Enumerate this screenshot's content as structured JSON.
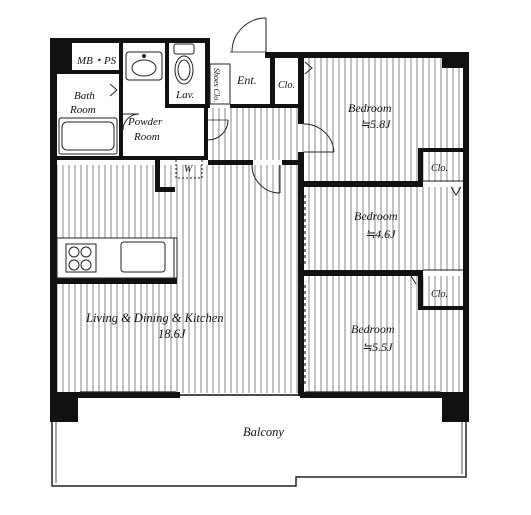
{
  "rooms": {
    "mbps": "MB・PS",
    "bath_line1": "Bath",
    "bath_line2": "Room",
    "powder_line1": "Powder",
    "powder_line2": "Room",
    "lav": "Lav.",
    "shoes_clo": "Shoes Clo.",
    "entrance": "Ent.",
    "clo_entrance": "Clo.",
    "bedroom1_name": "Bedroom",
    "bedroom1_size": "≒5.8J",
    "clo_bed1": "Clo.",
    "bedroom2_name": "Bedroom",
    "bedroom2_size": "≒4.6J",
    "clo_bed3": "Clo.",
    "bedroom3_name": "Bedroom",
    "bedroom3_size": "≒5.5J",
    "washer": "W",
    "ldk_name": "Living & Dining & Kitchen",
    "ldk_size": "18.6J",
    "balcony": "Balcony"
  }
}
